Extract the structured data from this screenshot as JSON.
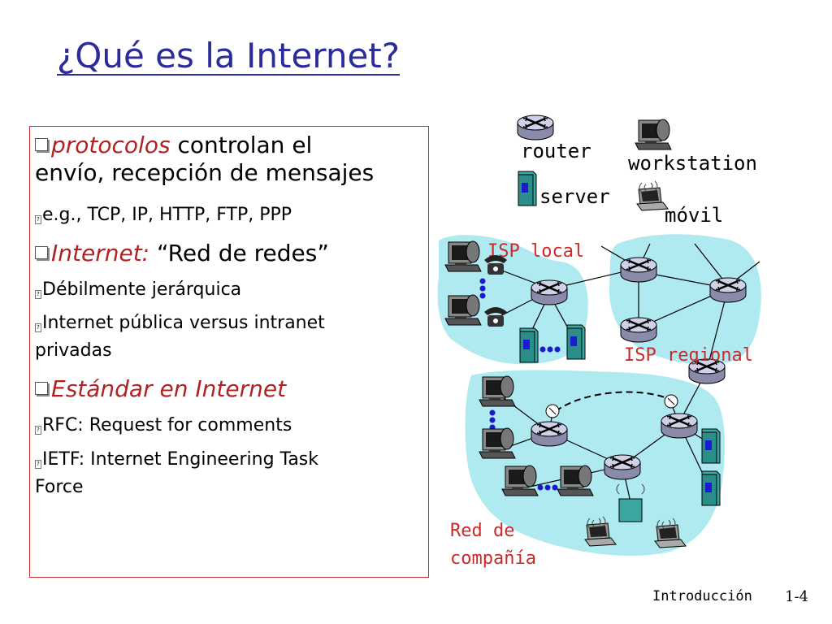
{
  "slide": {
    "title": "¿Qué es la Internet?",
    "bullets": [
      {
        "highlight": "protocolos",
        "rest": " controlan el",
        "cont": "envío, recepción de mensajes"
      },
      {
        "sub": "e.g., TCP, IP, HTTP, FTP,  PPP"
      },
      {
        "highlight": "Internet:",
        "rest": " “Red de redes”"
      },
      {
        "sub": "Débilmente jerárquica"
      },
      {
        "sub": "Internet pública versus intranet",
        "cont": "privadas"
      },
      {
        "highlight": "Estándar en Internet"
      },
      {
        "sub": "RFC: Request for comments"
      },
      {
        "sub": "IETF: Internet Engineering Task",
        "cont": "Force"
      }
    ],
    "footer": {
      "section": "Introducción",
      "page": "1-4"
    }
  },
  "diagram": {
    "legend": {
      "router": "router",
      "server": "server",
      "workstation": "workstation",
      "mobile": "móvil"
    },
    "regions": {
      "isp_local": "ISP local",
      "isp_regional": "ISP regional",
      "company_line1": "Red de",
      "company_line2": "compañía"
    }
  },
  "colors": {
    "title": "#2b2b9a",
    "accent": "#b22222",
    "region": "#aeeaf0",
    "box_border": "#cc2a2a"
  }
}
